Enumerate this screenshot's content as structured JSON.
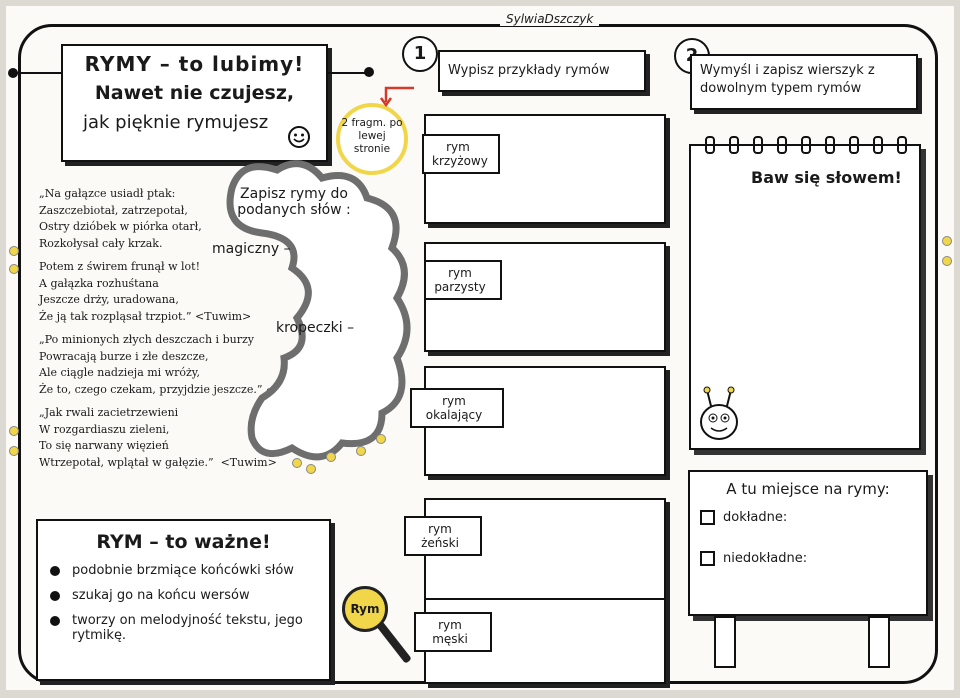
{
  "author": "SylwiaDszczyk",
  "title": {
    "line1": "RYMY – to lubimy!",
    "line2": "Nawet nie czujesz,",
    "line3": "jak pięknie rymujesz"
  },
  "side_note": "2 fragm. po lewej stronie",
  "task1": {
    "number": "1",
    "text": "Wypisz przykłady rymów"
  },
  "task2": {
    "number": "2",
    "text": "Wymyśl i zapisz wierszyk z dowolnym typem rymów"
  },
  "poems": [
    {
      "text": "„Na gałązce usiadł ptak:\nZaszczebiotał, zatrzepotał,\nOstry dzióbek w piórka otarł,\nRozkołysał cały krzak."
    },
    {
      "text": "Potem z świrem frunął w lot!\nA gałązka rozhuśtana\nJeszcze drży, uradowana,\nŻe ją tak rozpląsał trzpiot.” <Tuwim>"
    },
    {
      "text": "„Po minionych złych deszczach i burzy\nPowracają burze i złe deszcze,\nAle ciągle nadzieja mi wróży,\nŻe to, czego czekam, przyjdzie jeszcze.” <Staff>"
    },
    {
      "text": "„Jak rwali zacietrzewieni\nW rozgardiaszu zieleni,\nTo się narwany więzień\nWtrzepotał, wplątał w gałęzie.”  <Tuwim>"
    }
  ],
  "cloud": {
    "instruction": "Zapisz rymy do podanych słów :",
    "word1": "magiczny –",
    "word2": "kropeczki –"
  },
  "rhyme_types": [
    {
      "label": "rym krzyżowy"
    },
    {
      "label": "rym parzysty"
    },
    {
      "label": "rym okalający"
    },
    {
      "label": "rym żeński"
    },
    {
      "label": "rym męski"
    }
  ],
  "rym_box": {
    "title": "RYM – to ważne!",
    "items": [
      "podobnie brzmiące końcówki słów",
      "szukaj go na końcu wersów",
      "tworzy on melodyjność tekstu, jego rytmikę."
    ]
  },
  "magnifier_label": "Rym",
  "notebook_title": "Baw się słowem!",
  "board": {
    "title": "A tu miejsce na rymy:",
    "item1": "dokładne:",
    "item2": "niedokładne:"
  }
}
